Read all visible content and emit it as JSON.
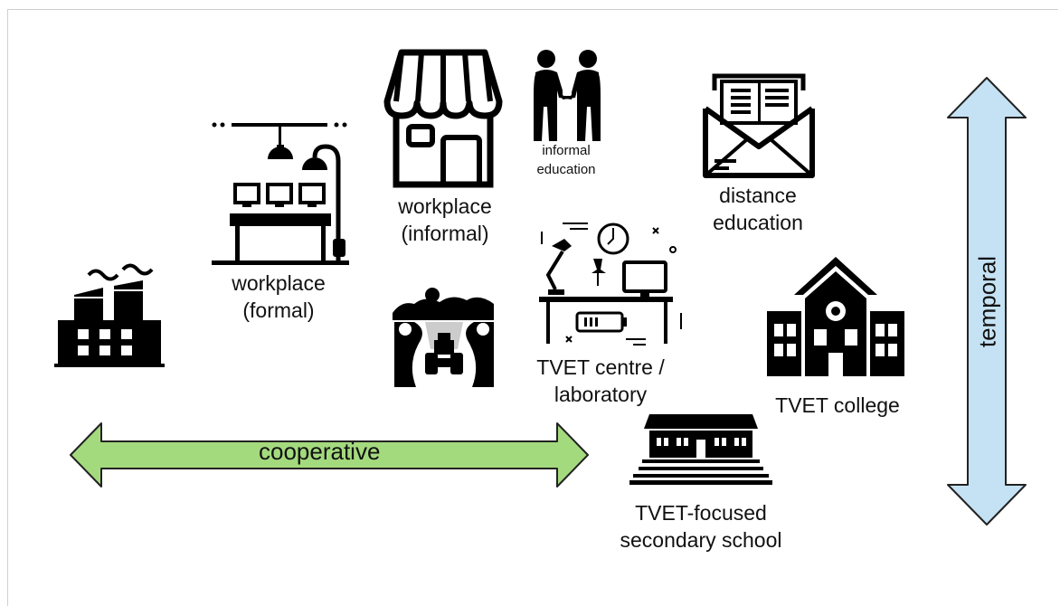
{
  "labels": {
    "workplace_formal": [
      "workplace",
      "(formal)"
    ],
    "workplace_informal": [
      "workplace",
      "(informal)"
    ],
    "informal_education": [
      "informal",
      "education"
    ],
    "distance_education": [
      "distance",
      "education"
    ],
    "tvet_centre": [
      "TVET centre /",
      "laboratory"
    ],
    "tvet_college": "TVET college",
    "tvet_school": [
      "TVET-focused",
      "secondary school"
    ]
  },
  "axes": {
    "horizontal": "cooperative",
    "vertical": "temporal"
  },
  "icons": {
    "factory": "factory-icon",
    "office": "office-desk-icon",
    "shop": "shop-icon",
    "handshake": "handshake-icon",
    "farm": "farm-tractor-icon",
    "newsletter": "newsletter-envelope-icon",
    "lab": "lab-workspace-icon",
    "college": "college-building-icon",
    "school": "school-building-icon"
  },
  "colors": {
    "horizontal_arrow_fill": "#a4da7e",
    "vertical_arrow_fill": "#c5e2f4",
    "arrow_stroke": "#222222",
    "icon": "#000000"
  }
}
